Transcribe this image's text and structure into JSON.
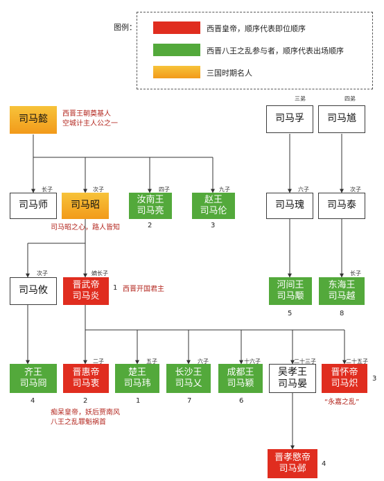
{
  "legend": {
    "title": "图例：",
    "items": [
      {
        "label": "西晋皇帝，顺序代表即位顺序",
        "color": "#e02d1f"
      },
      {
        "label": "西晋八王之乱参与者，顺序代表出场顺序",
        "color": "#53a93b"
      },
      {
        "label": "三国时期名人",
        "color": "#f5b12b"
      }
    ]
  },
  "nodes": {
    "sima_yi": "司马懿",
    "sima_fu": "司马孚",
    "sima_kui": "司马馗",
    "sima_shi": "司马师",
    "sima_zhao": "司马昭",
    "runan_l1": "汝南王",
    "runan_l2": "司马亮",
    "zhao_l1": "赵王",
    "zhao_l2": "司马伦",
    "sima_gui": "司马瑰",
    "sima_tai": "司马泰",
    "sima_you": "司马攸",
    "wudi_l1": "晋武帝",
    "wudi_l2": "司马炎",
    "hejian_l1": "河间王",
    "hejian_l2": "司马颙",
    "donghai_l1": "东海王",
    "donghai_l2": "司马越",
    "qi_l1": "齐王",
    "qi_l2": "司马冏",
    "huidi_l1": "晋惠帝",
    "huidi_l2": "司马衷",
    "chu_l1": "楚王",
    "chu_l2": "司马玮",
    "changsha_l1": "长沙王",
    "changsha_l2": "司马乂",
    "chengdu_l1": "成都王",
    "chengdu_l2": "司马颖",
    "wuxiao_l1": "吴孝王",
    "wuxiao_l2": "司马晏",
    "huaidi_l1": "晋怀帝",
    "huaidi_l2": "司马炽",
    "mindi_l1": "晋孝愍帝",
    "mindi_l2": "司马邺"
  },
  "relations": {
    "sanddi": "三弟",
    "sidi": "四弟",
    "shi": "长子",
    "zhao": "次子",
    "runan": "四子",
    "zhaowang": "九子",
    "gui": "六子",
    "tai": "次子",
    "you": "次子",
    "wudi": "嫡长子",
    "donghai": "长子",
    "huidi": "二子",
    "chu": "五子",
    "changsha": "六子",
    "chengdu": "十六子",
    "wuxiao": "二十三子",
    "huaidi": "二十五子"
  },
  "order_numbers": {
    "wudi": "1",
    "runan": "2",
    "zhao": "3",
    "hejian": "5",
    "donghai": "8",
    "qi": "4",
    "huidi": "2",
    "chu": "1",
    "changsha": "7",
    "chengdu": "6",
    "huaidi": "3",
    "mindi": "4"
  },
  "notes": {
    "sima_yi_1": "西晋王朝奠基人",
    "sima_yi_2": "空城计主人公之一",
    "sima_zhao": "司马昭之心，路人皆知",
    "wudi": "西晋开国君主",
    "huidi_1": "痴呆皇帝，妖后贾南风",
    "huidi_2": "八王之乱罪魁祸首",
    "huaidi": "“永嘉之乱”"
  }
}
